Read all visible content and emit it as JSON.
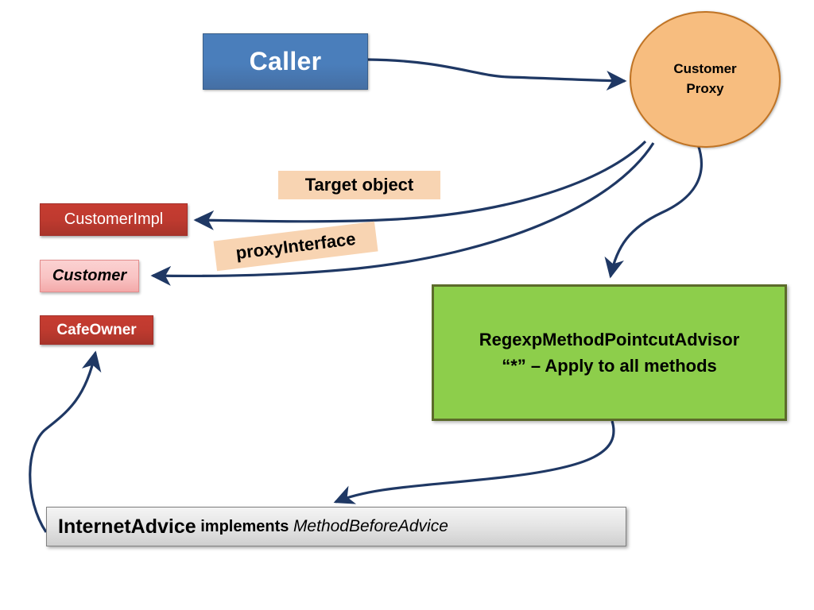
{
  "diagram": {
    "title": "Spring AOP proxy diagram",
    "colors": {
      "arrow": "#1F3864",
      "caller_fill": "#4A7EBB",
      "proxy_fill": "#F7BD7F",
      "proxy_border": "#C07425",
      "red_fill": "#BF3A2F",
      "pink_fill": "#F9C3C3",
      "peach_label": "#F8D4B2",
      "green_fill": "#8DCE4B",
      "green_border": "#5C6B2A",
      "gray_bar": "#E6E6E6"
    },
    "nodes": {
      "caller": {
        "label": "Caller"
      },
      "customer_proxy": {
        "line1": "Customer",
        "line2": "Proxy"
      },
      "customer_impl": {
        "label": "CustomerImpl"
      },
      "customer_interface": {
        "label": "Customer"
      },
      "cafe_owner": {
        "label": "CafeOwner"
      },
      "advisor": {
        "line1": "RegexpMethodPointcutAdvisor",
        "line2": "“*” – Apply to all methods"
      },
      "internet_advice": {
        "name": "InternetAdvice",
        "keyword": " implements ",
        "interface": "MethodBeforeAdvice"
      }
    },
    "labels": {
      "target_object": "Target object",
      "proxy_interface": "proxyInterface"
    },
    "connections": [
      {
        "name": "caller-to-proxy",
        "from": "caller",
        "to": "customer_proxy"
      },
      {
        "name": "proxy-to-customer-impl",
        "from": "customer_proxy",
        "to": "customer_impl",
        "label": "Target object"
      },
      {
        "name": "proxy-to-customer-interface",
        "from": "customer_proxy",
        "to": "customer_interface",
        "label": "proxyInterface"
      },
      {
        "name": "proxy-to-advisor",
        "from": "customer_proxy",
        "to": "advisor"
      },
      {
        "name": "advisor-to-internet-advice",
        "from": "advisor",
        "to": "internet_advice"
      },
      {
        "name": "internet-advice-to-cafe-owner",
        "from": "internet_advice",
        "to": "cafe_owner"
      }
    ]
  }
}
